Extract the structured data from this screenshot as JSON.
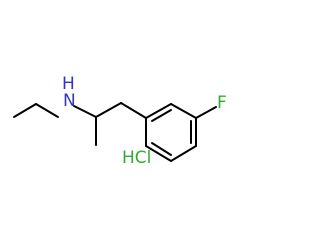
{
  "diagram": {
    "type": "chemical-structure",
    "atoms": {
      "amine_label": "N",
      "amine_hydrogen_label": "H",
      "fluorine_label": "F",
      "hydrochloride_label": "HCl"
    },
    "colors": {
      "bond": "#000000",
      "nitrogen": "#3333cc",
      "fluorine": "#33aa33",
      "chlorine": "#33aa33",
      "background": "#ffffff"
    }
  }
}
